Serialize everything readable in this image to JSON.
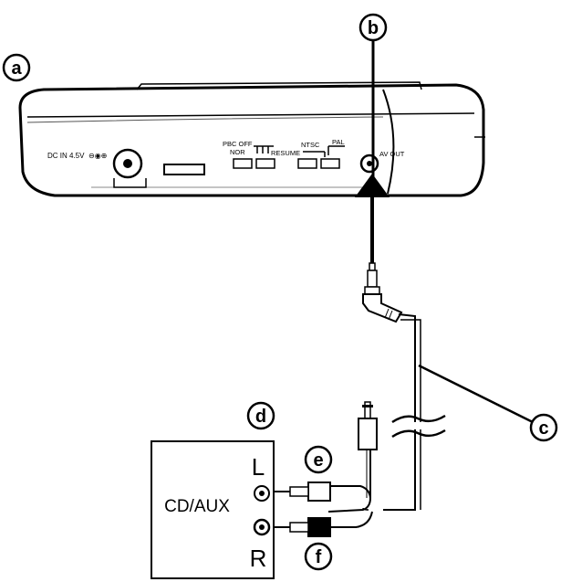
{
  "callouts": {
    "a": "a",
    "b": "b",
    "c": "c",
    "d": "d",
    "e": "e",
    "f": "f"
  },
  "device_labels": {
    "dc_in": "DC IN 4.5V",
    "pbc_off": "PBC OFF",
    "nor": "NOR",
    "resume": "RESUME",
    "ntsc": "NTSC",
    "pal": "PAL",
    "av_out": "AV OUT"
  },
  "component": {
    "name": "CD/AUX",
    "left": "L",
    "right": "R"
  }
}
